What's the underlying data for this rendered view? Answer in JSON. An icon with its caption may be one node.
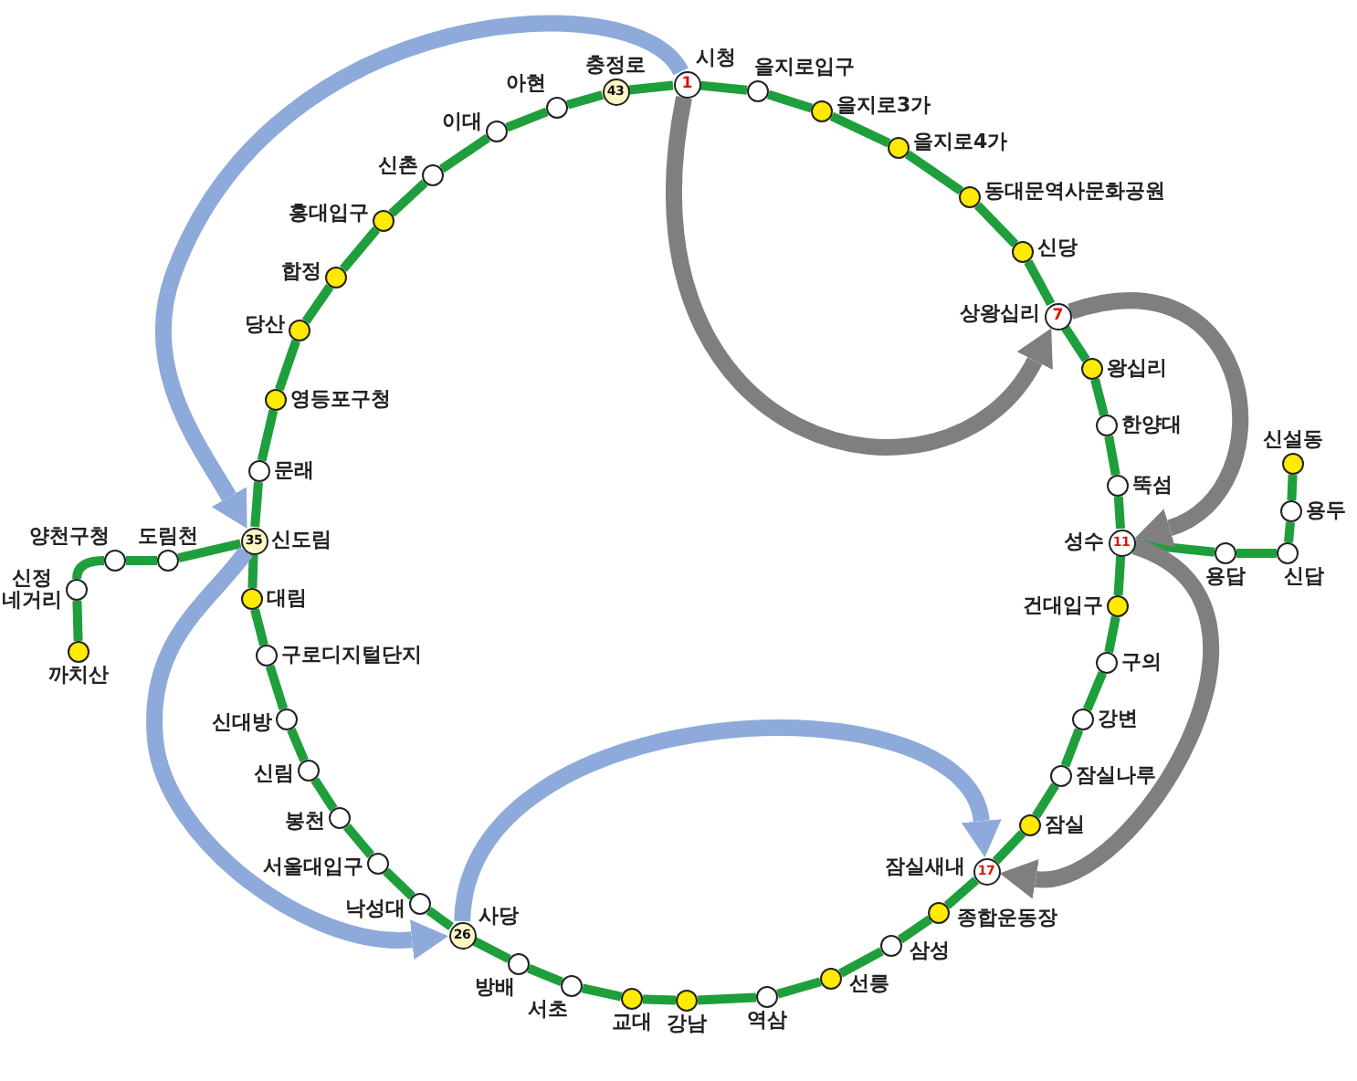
{
  "diagram": {
    "nodes": [
      {
        "text": [
          "1"
        ],
        "beside": [
          "시청"
        ]
      },
      {
        "text": [],
        "shape": "circle",
        "beside": [
          "을지로입구"
        ]
      },
      {
        "text": [],
        "shape": "circle",
        "beside": [
          "을지로3가"
        ]
      },
      {
        "text": [],
        "shape": "circle",
        "beside": [
          "을지로4가"
        ]
      },
      {
        "text": [],
        "shape": "circle",
        "beside": [
          "동대문역사문화공원"
        ]
      },
      {
        "text": [],
        "shape": "circle",
        "beside": [
          "신당"
        ]
      },
      {
        "text": [
          "7"
        ],
        "beside": [
          "상왕십리"
        ]
      },
      {
        "text": [],
        "shape": "circle",
        "beside": [
          "왕십리"
        ]
      },
      {
        "text": [],
        "shape": "circle",
        "beside": [
          "한양대"
        ]
      },
      {
        "text": [],
        "shape": "circle",
        "beside": [
          "뚝섬"
        ]
      },
      {
        "text": [
          "11"
        ],
        "beside": [
          "성수"
        ]
      },
      {
        "text": [],
        "shape": "circle",
        "beside": [
          "건대입구"
        ]
      },
      {
        "text": [],
        "shape": "circle",
        "beside": [
          "구의"
        ]
      },
      {
        "text": [],
        "shape": "circle",
        "beside": [
          "강변"
        ]
      },
      {
        "text": [],
        "shape": "circle",
        "beside": [
          "잠실나루"
        ]
      },
      {
        "text": [],
        "shape": "circle",
        "beside": [
          "잠실"
        ]
      },
      {
        "text": [
          "17"
        ],
        "beside": [
          "잠실새내"
        ]
      },
      {
        "text": [],
        "shape": "circle",
        "beside": [
          "종합운동장"
        ]
      },
      {
        "text": [],
        "shape": "circle",
        "beside": [
          "삼성"
        ]
      },
      {
        "text": [],
        "shape": "circle",
        "beside": [
          "선릉"
        ]
      },
      {
        "text": [],
        "shape": "circle",
        "beside": [
          "역삼"
        ]
      },
      {
        "text": [],
        "shape": "circle",
        "beside": [
          "강남"
        ]
      },
      {
        "text": [],
        "shape": "circle",
        "beside": [
          "교대"
        ]
      },
      {
        "text": [],
        "shape": "circle",
        "beside": [
          "서초"
        ]
      },
      {
        "text": [],
        "shape": "circle",
        "beside": [
          "방배"
        ]
      },
      {
        "text": [
          "26"
        ],
        "beside": [
          "사당"
        ]
      },
      {
        "text": [],
        "shape": "circle",
        "beside": [
          "낙성대"
        ]
      },
      {
        "text": [],
        "shape": "circle",
        "beside": [
          "서울대입구"
        ]
      },
      {
        "text": [],
        "shape": "circle",
        "beside": [
          "봉천"
        ]
      },
      {
        "text": [],
        "shape": "circle",
        "beside": [
          "신림"
        ]
      },
      {
        "text": [],
        "shape": "circle",
        "beside": [
          "신대방"
        ]
      },
      {
        "text": [],
        "shape": "circle",
        "beside": [
          "구로디지털단지"
        ]
      },
      {
        "text": [],
        "shape": "circle",
        "beside": [
          "대림"
        ]
      },
      {
        "text": [
          "35"
        ],
        "beside": [
          "신도림"
        ]
      },
      {
        "text": [],
        "shape": "circle",
        "beside": [
          "문래"
        ]
      },
      {
        "text": [],
        "shape": "circle",
        "beside": [
          "영등포구청"
        ]
      },
      {
        "text": [],
        "shape": "circle",
        "beside": [
          "당산"
        ]
      },
      {
        "text": [],
        "shape": "circle",
        "beside": [
          "합정"
        ]
      },
      {
        "text": [],
        "shape": "circle",
        "beside": [
          "홍대입구"
        ]
      },
      {
        "text": [],
        "shape": "circle",
        "beside": [
          "신촌"
        ]
      },
      {
        "text": [],
        "shape": "circle",
        "beside": [
          "이대"
        ]
      },
      {
        "text": [],
        "shape": "circle",
        "beside": [
          "아현"
        ]
      },
      {
        "text": [
          "43"
        ],
        "beside": [
          "충정로"
        ]
      },
      {
        "text": [],
        "shape": "circle",
        "beside": [
          "용답"
        ]
      },
      {
        "text": [],
        "shape": "circle",
        "beside": [
          "신답"
        ]
      },
      {
        "text": [],
        "shape": "circle",
        "beside": [
          "용두"
        ]
      },
      {
        "text": [],
        "shape": "circle",
        "beside": [
          "신설동"
        ]
      },
      {
        "text": [],
        "shape": "circle",
        "beside": [
          "도림천"
        ]
      },
      {
        "text": [],
        "shape": "circle",
        "beside": [
          "양천구청"
        ]
      },
      {
        "text": [],
        "shape": "circle",
        "beside": [
          "신정 네거리"
        ]
      },
      {
        "text": [],
        "shape": "circle",
        "beside": [
          "까치산"
        ]
      }
    ],
    "edges": [
      {
        "from": 0,
        "to": 1,
        "arrow": "none"
      },
      {
        "from": 1,
        "to": 2,
        "arrow": "none"
      },
      {
        "from": 2,
        "to": 3,
        "arrow": "none"
      },
      {
        "from": 3,
        "to": 4,
        "arrow": "none"
      },
      {
        "from": 4,
        "to": 5,
        "arrow": "none"
      },
      {
        "from": 5,
        "to": 6,
        "arrow": "none"
      },
      {
        "from": 6,
        "to": 7,
        "arrow": "none"
      },
      {
        "from": 7,
        "to": 8,
        "arrow": "none"
      },
      {
        "from": 8,
        "to": 9,
        "arrow": "none"
      },
      {
        "from": 9,
        "to": 10,
        "arrow": "none"
      },
      {
        "from": 10,
        "to": 11,
        "arrow": "none"
      },
      {
        "from": 11,
        "to": 12,
        "arrow": "none"
      },
      {
        "from": 12,
        "to": 13,
        "arrow": "none"
      },
      {
        "from": 13,
        "to": 14,
        "arrow": "none"
      },
      {
        "from": 14,
        "to": 15,
        "arrow": "none"
      },
      {
        "from": 15,
        "to": 16,
        "arrow": "none"
      },
      {
        "from": 16,
        "to": 17,
        "arrow": "none"
      },
      {
        "from": 17,
        "to": 18,
        "arrow": "none"
      },
      {
        "from": 18,
        "to": 19,
        "arrow": "none"
      },
      {
        "from": 19,
        "to": 20,
        "arrow": "none"
      },
      {
        "from": 20,
        "to": 21,
        "arrow": "none"
      },
      {
        "from": 21,
        "to": 22,
        "arrow": "none"
      },
      {
        "from": 22,
        "to": 23,
        "arrow": "none"
      },
      {
        "from": 23,
        "to": 24,
        "arrow": "none"
      },
      {
        "from": 24,
        "to": 25,
        "arrow": "none"
      },
      {
        "from": 25,
        "to": 26,
        "arrow": "none"
      },
      {
        "from": 26,
        "to": 27,
        "arrow": "none"
      },
      {
        "from": 27,
        "to": 28,
        "arrow": "none"
      },
      {
        "from": 28,
        "to": 29,
        "arrow": "none"
      },
      {
        "from": 29,
        "to": 30,
        "arrow": "none"
      },
      {
        "from": 30,
        "to": 31,
        "arrow": "none"
      },
      {
        "from": 31,
        "to": 32,
        "arrow": "none"
      },
      {
        "from": 32,
        "to": 33,
        "arrow": "none"
      },
      {
        "from": 33,
        "to": 34,
        "arrow": "none"
      },
      {
        "from": 34,
        "to": 35,
        "arrow": "none"
      },
      {
        "from": 35,
        "to": 36,
        "arrow": "none"
      },
      {
        "from": 36,
        "to": 37,
        "arrow": "none"
      },
      {
        "from": 37,
        "to": 38,
        "arrow": "none"
      },
      {
        "from": 38,
        "to": 39,
        "arrow": "none"
      },
      {
        "from": 39,
        "to": 40,
        "arrow": "none"
      },
      {
        "from": 40,
        "to": 41,
        "arrow": "none"
      },
      {
        "from": 41,
        "to": 42,
        "arrow": "none"
      },
      {
        "from": 42,
        "to": 0,
        "arrow": "none"
      },
      {
        "from": 10,
        "to": 43,
        "arrow": "none"
      },
      {
        "from": 43,
        "to": 44,
        "arrow": "none"
      },
      {
        "from": 44,
        "to": 45,
        "arrow": "none"
      },
      {
        "from": 45,
        "to": 46,
        "arrow": "none"
      },
      {
        "from": 33,
        "to": 47,
        "arrow": "none"
      },
      {
        "from": 47,
        "to": 48,
        "arrow": "none"
      },
      {
        "from": 48,
        "to": 49,
        "arrow": "none"
      },
      {
        "from": 49,
        "to": 50,
        "arrow": "none"
      },
      {
        "from": 0,
        "to": 33,
        "arrow": "to",
        "style": "thick",
        "color": "#8eaadb"
      },
      {
        "from": 0,
        "to": 6,
        "arrow": "to",
        "style": "thick",
        "color": "#7f7f7f"
      },
      {
        "from": 6,
        "to": 10,
        "arrow": "to",
        "style": "thick",
        "color": "#7f7f7f"
      },
      {
        "from": 10,
        "to": 16,
        "arrow": "to",
        "style": "thick",
        "color": "#7f7f7f"
      },
      {
        "from": 33,
        "to": 25,
        "arrow": "to",
        "style": "thick",
        "color": "#8eaadb"
      },
      {
        "from": 25,
        "to": 16,
        "arrow": "to",
        "style": "thick",
        "color": "#8eaadb"
      }
    ]
  }
}
